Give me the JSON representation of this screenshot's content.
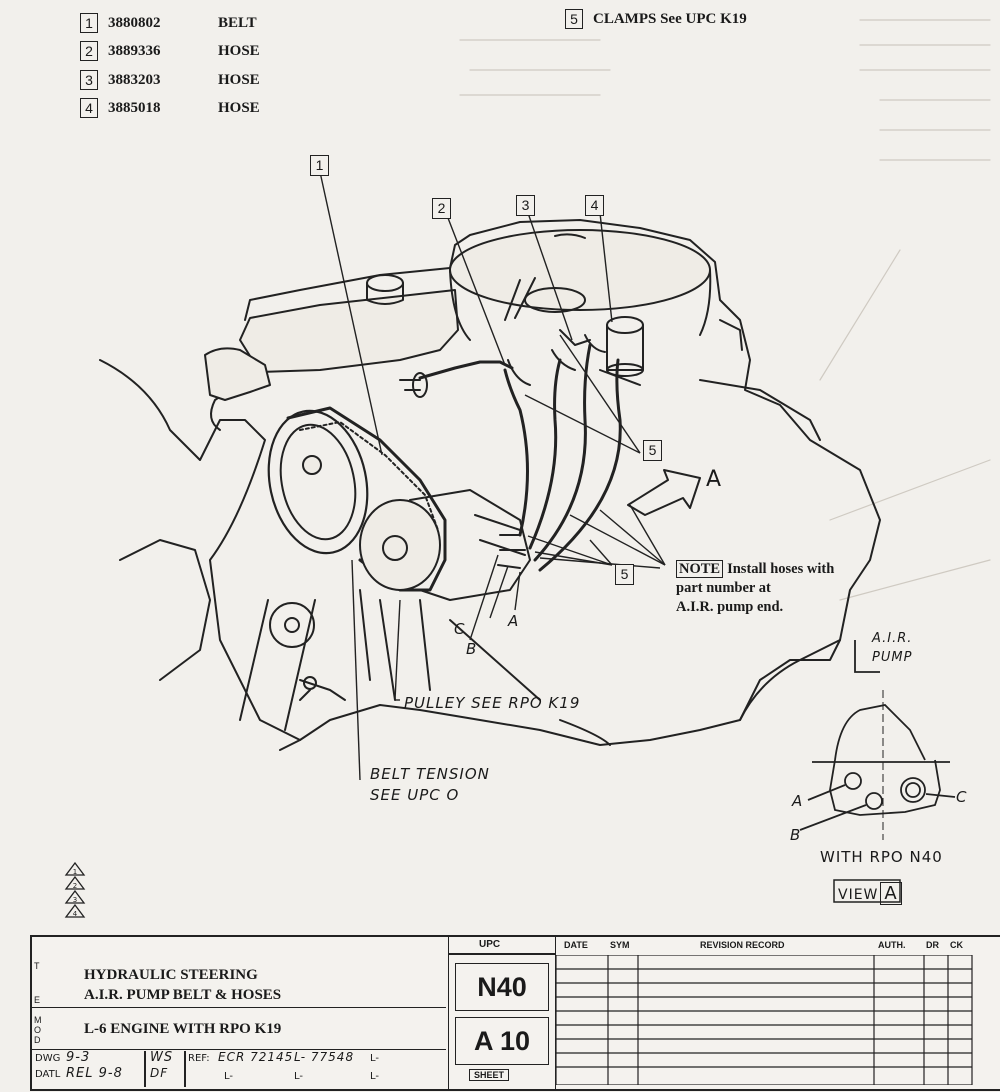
{
  "parts": [
    {
      "num": "1",
      "part": "3880802",
      "name": "BELT"
    },
    {
      "num": "2",
      "part": "3889336",
      "name": "HOSE"
    },
    {
      "num": "3",
      "part": "3883203",
      "name": "HOSE"
    },
    {
      "num": "4",
      "part": "3885018",
      "name": "HOSE"
    }
  ],
  "clamps": {
    "num": "5",
    "text": "CLAMPS See UPC K19"
  },
  "callouts": {
    "c1": "1",
    "c2": "2",
    "c3": "3",
    "c4": "4",
    "c5a": "5",
    "c5b": "5",
    "view_a": "A"
  },
  "note": {
    "tag": "NOTE",
    "line1": "Install hoses with",
    "line2": "part number at",
    "line3": "A.I.R. pump end."
  },
  "labels": {
    "pulley": "PULLEY SEE RPO K19",
    "belt_tension_1": "BELT TENSION",
    "belt_tension_2": "SEE UPC O",
    "c": "C",
    "b": "B",
    "a": "A"
  },
  "inset": {
    "title1": "A.I.R.",
    "title2": "PUMP",
    "a": "A",
    "b": "B",
    "c": "C",
    "with": "WITH RPO N40",
    "view": "VIEW",
    "view_letter": "A"
  },
  "revision_marks": [
    "1",
    "2",
    "3",
    "4"
  ],
  "title_block": {
    "title_line1": "HYDRAULIC STEERING",
    "title_line2": "A.I.R. PUMP BELT & HOSES",
    "subtitle": "L-6 ENGINE WITH RPO K19",
    "side_t": "T",
    "side_e": "E",
    "side_mod": "M O D",
    "dwg_label": "DWG",
    "dwg_val": "9-3",
    "datl_label": "DATL",
    "datl_val": "REL 9-8",
    "ws": "WS",
    "df": "DF",
    "ref_label": "REF:",
    "ref_val": "ECR 72145",
    "ref2": "L- 77548",
    "ref3": "L-",
    "l_a": "L-",
    "l_b": "L-",
    "l_c": "L-",
    "upc_header": "UPC",
    "upc": "N40",
    "sheet_num": "A 10",
    "sheet_label": "SHEET",
    "col_date": "DATE",
    "col_sym": "SYM",
    "col_rev": "REVISION RECORD",
    "col_auth": "AUTH.",
    "col_dr": "DR",
    "col_ck": "CK"
  }
}
